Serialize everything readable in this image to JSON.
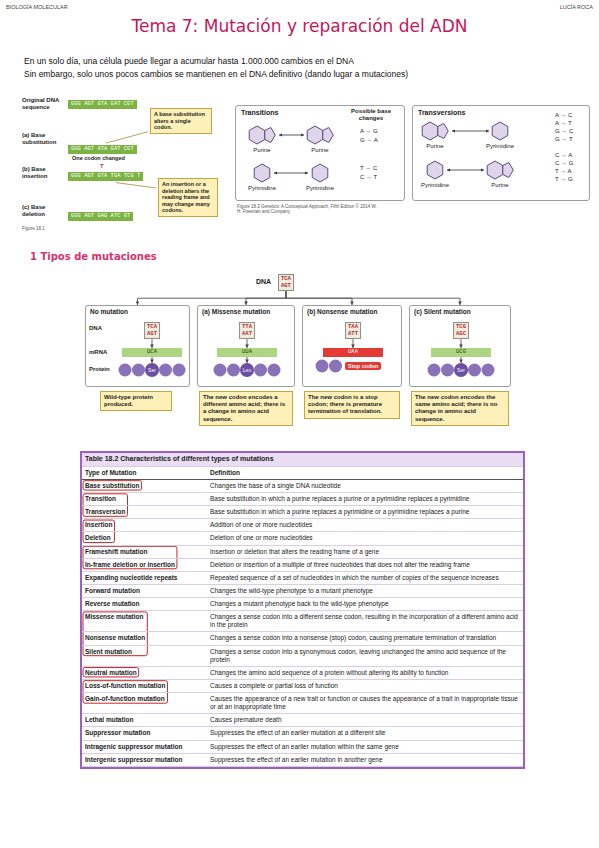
{
  "diagram": {
    "title": "Tema 7: Mutación y reparación del ADN",
    "nodes": [
      {
        "text": [
          "GGG AGT GTA GAT CGT"
        ]
      },
      {
        "text": [
          "A base substitution alters a single codon."
        ]
      },
      {
        "text": [
          "GGG AGT ATA GAT CGT"
        ]
      },
      {
        "text": [
          "An insertion or a deletion alters the reading frame and may change many codons."
        ]
      },
      {
        "text": [
          "GGG AGT GTA TGA TCG T"
        ]
      },
      {
        "text": [
          "GGG AGT GAG ATC GT"
        ]
      },
      {
        "text": [
          "Transitions"
        ]
      },
      {
        "text": [
          "Transversions"
        ]
      },
      {
        "text": [
          "TCA AGT"
        ]
      },
      {
        "text": [
          "No mutation"
        ]
      },
      {
        "text": [
          "TCA AGT"
        ],
        "in": 9
      },
      {
        "text": [
          "UCA"
        ],
        "in": 9
      },
      {
        "text": [
          "Ser"
        ],
        "in": 9
      },
      {
        "text": [
          "(a) Missense mutation"
        ]
      },
      {
        "text": [
          "TTA AAT"
        ],
        "in": 13
      },
      {
        "text": [
          "UUA"
        ],
        "in": 13
      },
      {
        "text": [
          "Leu"
        ],
        "in": 13
      },
      {
        "text": [
          "(b) Nonsense mutation"
        ]
      },
      {
        "text": [
          "TAA ATT"
        ],
        "in": 17
      },
      {
        "text": [
          "UAA"
        ],
        "in": 17
      },
      {
        "text": [
          "Stop codon"
        ],
        "in": 17
      },
      {
        "text": [
          "(c) Silent mutation"
        ]
      },
      {
        "text": [
          "TCG AGC"
        ],
        "in": 21
      },
      {
        "text": [
          "UCG"
        ],
        "in": 21
      },
      {
        "text": [
          "Ser"
        ],
        "in": 21
      },
      {
        "text": [
          "Wild-type protein produced."
        ]
      },
      {
        "text": [
          "The new codon encodes a different amino acid; there is a change in amino acid sequence."
        ]
      },
      {
        "text": [
          "The new codon is a stop codon; there is premature termination of translation."
        ]
      },
      {
        "text": [
          "The new codon encodes the same amino acid; there is no change in amino acid sequence."
        ]
      }
    ],
    "edges": [
      {
        "from": 8,
        "to": 9,
        "arrow": "to"
      },
      {
        "from": 8,
        "to": 13,
        "arrow": "to"
      },
      {
        "from": 8,
        "to": 17,
        "arrow": "to"
      },
      {
        "from": 8,
        "to": 21,
        "arrow": "to"
      },
      {
        "from": 10,
        "to": 11,
        "arrow": "to"
      },
      {
        "from": 11,
        "to": 12,
        "arrow": "to"
      },
      {
        "from": 14,
        "to": 15,
        "arrow": "to"
      },
      {
        "from": 15,
        "to": 16,
        "arrow": "to"
      },
      {
        "from": 18,
        "to": 19,
        "arrow": "to"
      },
      {
        "from": 22,
        "to": 23,
        "arrow": "to"
      },
      {
        "from": 23,
        "to": 24,
        "arrow": "to"
      }
    ],
    "labels": [
      "BIOLOGÍA MOLECULAR",
      "LUCÍA ROCA",
      "En un solo día, una célula puede llegar a acumular hasta 1.000.000 cambios en el DNA",
      "Sin embargo, solo unos pocos cambios se mantienen en el DNA definitivo (dando lugar a mutaciones)",
      "Original DNA sequence",
      "(a) Base substitution",
      "One codon changed",
      "(b) Base insertion",
      "T",
      "(c) Base deletion",
      "Figure 18.1",
      "Possible base changes",
      "A → G",
      "G → A",
      "Purine",
      "Purine",
      "T → C",
      "C → T",
      "Pyrimidine",
      "Pyrimidine",
      "A → C",
      "A → T",
      "G → C",
      "G → T",
      "Purine",
      "Pyrimidine",
      "C → A",
      "C → G",
      "T → A",
      "T → G",
      "Pyrimidine",
      "Purine",
      "Figure 18.3 Genetics: A Conceptual Approach, Fifth Edition © 2014 W. H. Freeman and Company",
      "1 Tipos de mutaciones",
      "DNA",
      "DNA",
      "mRNA",
      "Protein",
      "Table 18.2 Characteristics of different types of mutations",
      "Type of Mutation",
      "Definition",
      "Base substitution",
      "Changes the base of a single DNA nucleotide",
      "Transition",
      "Base substitution in which a purine replaces a purine or a pyrimidine replaces a pyrimidine",
      "Transversion",
      "Base substitution in which a purine replaces a pyrimidine or a pyrimidine replaces a purine",
      "Insertion",
      "Addition of one or more nucleotides",
      "Deletion",
      "Deletion of one or more nucleotides",
      "Frameshift mutation",
      "Insertion or deletion that alters the reading frame of a gene",
      "In-frame deletion or insertion",
      "Deletion or insertion of a multiple of three nucleotides that does not alter the reading frame",
      "Expanding nucleotide repeats",
      "Repeated sequence of a set of nucleotides in which the number of copies of the sequence increases",
      "Forward mutation",
      "Changes the wild-type phenotype to a mutant phenotype",
      "Reverse mutation",
      "Changes a mutant phenotype back to the wild-type phenotype",
      "Missense mutation",
      "Changes a sense codon into a different sense codon, resulting in the incorporation of a different amino acid in the protein",
      "Nonsense mutation",
      "Changes a sense codon into a nonsense (stop) codon, causing premature termination of translation",
      "Silent mutation",
      "Changes a sense codon into a synonymous codon, leaving unchanged the amino acid sequence of the protein",
      "Neutral mutation",
      "Changes the amino acid sequence of a protein without altering its ability to function",
      "Loss-of-function mutation",
      "Causes a complete or partial loss of function",
      "Gain-of-function mutation",
      "Causes the appearance of a new trait or function or causes the appearance of a trait in inappropriate tissue or at an inappropriate time",
      "Lethal mutation",
      "Causes premature death",
      "Suppressor mutation",
      "Suppresses the effect of an earlier mutation at a different site",
      "Intragenic suppressor mutation",
      "Suppresses the effect of an earlier mutation within the same gene",
      "Intergenic suppressor mutation",
      "Suppresses the effect of an earlier mutation in another gene"
    ]
  }
}
